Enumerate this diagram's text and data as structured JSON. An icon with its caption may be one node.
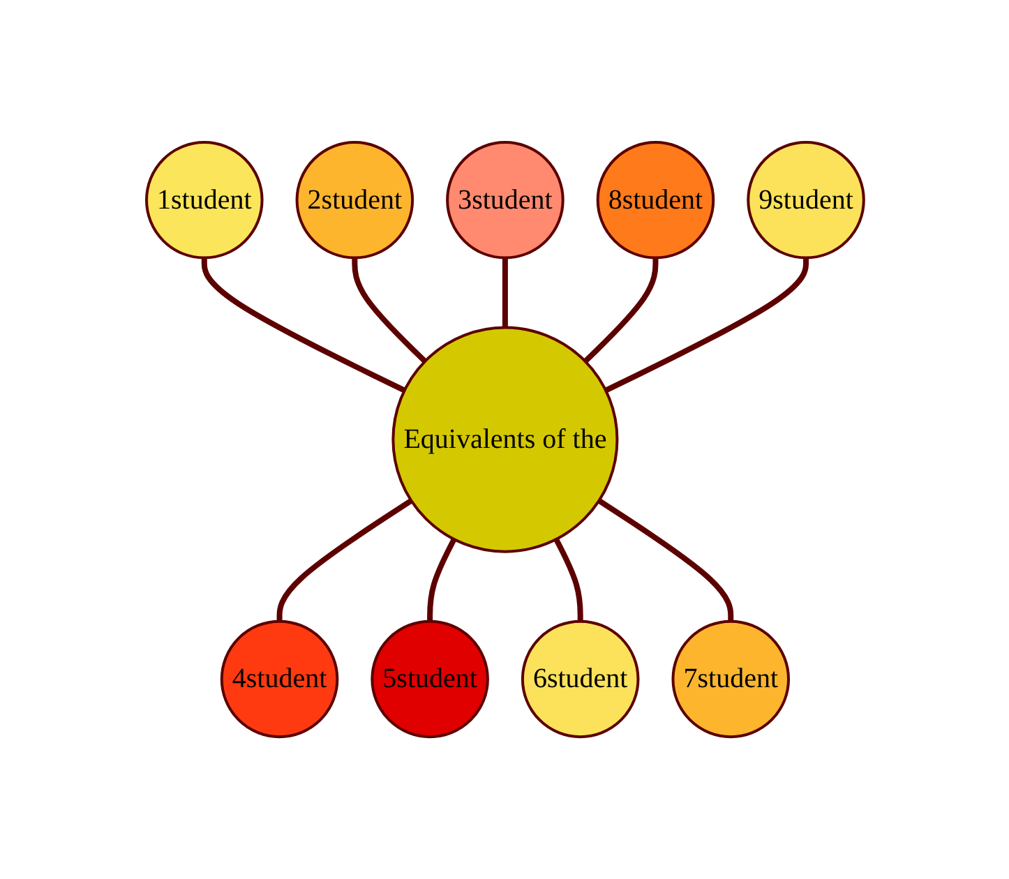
{
  "diagram": {
    "nodes": [
      {
        "text": [
          "Equivalents of the"
        ]
      },
      {
        "text": [
          "1student"
        ]
      },
      {
        "text": [
          "2student"
        ]
      },
      {
        "text": [
          "3student"
        ]
      },
      {
        "text": [
          "4student"
        ]
      },
      {
        "text": [
          "5student"
        ]
      },
      {
        "text": [
          "6student"
        ]
      },
      {
        "text": [
          "7student"
        ]
      },
      {
        "text": [
          "8student"
        ]
      },
      {
        "text": [
          "9student"
        ]
      }
    ],
    "edges": [
      {
        "from": 1,
        "to": 0,
        "arrow": "none"
      },
      {
        "from": 2,
        "to": 0,
        "arrow": "none"
      },
      {
        "from": 3,
        "to": 0,
        "arrow": "none"
      },
      {
        "from": 0,
        "to": 4,
        "arrow": "none"
      },
      {
        "from": 0,
        "to": 5,
        "arrow": "none"
      },
      {
        "from": 0,
        "to": 6,
        "arrow": "none"
      },
      {
        "from": 0,
        "to": 7,
        "arrow": "none"
      },
      {
        "from": 8,
        "to": 0,
        "arrow": "none"
      },
      {
        "from": 9,
        "to": 0,
        "arrow": "none"
      }
    ]
  }
}
